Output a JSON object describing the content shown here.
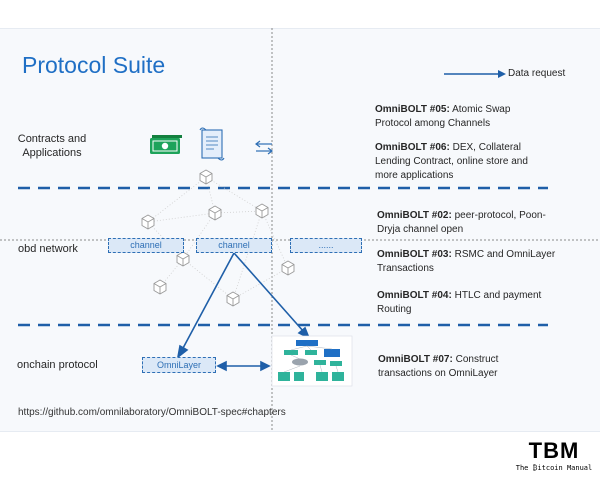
{
  "slide": {
    "title": "Protocol Suite",
    "legend": {
      "label": "Data request"
    },
    "layers": [
      {
        "label_line1": "Contracts and",
        "label_line2": "Applications"
      },
      {
        "label": "obd network"
      },
      {
        "label": "onchain protocol"
      }
    ],
    "network_boxes": [
      "channel",
      "channel",
      "......"
    ],
    "omnilayer_box": "OmniLayer",
    "url": "https://github.com/omnilaboratory/OmniBOLT-spec#chapters",
    "specs": [
      {
        "id": "OmniBOLT #05:",
        "text_1": "Atomic Swap",
        "text_2": "Protocol among Channels"
      },
      {
        "id": "OmniBOLT #06:",
        "text_1": "DEX, Collateral",
        "text_2": "Lending Contract, online store and",
        "text_3": "more applications"
      },
      {
        "id": "OmniBOLT #02:",
        "text_1": "peer-protocol, Poon-",
        "text_2": "Dryja channel open"
      },
      {
        "id": "OmniBOLT #03:",
        "text_1": "RSMC and OmniLayer",
        "text_2": "Transactions"
      },
      {
        "id": "OmniBOLT #04:",
        "text_1": "HTLC and payment",
        "text_2": "Routing"
      },
      {
        "id": "OmniBOLT #07:",
        "text_1": "Construct",
        "text_2": "transactions on OmniLayer"
      }
    ]
  },
  "logo": {
    "letters": "TBM",
    "tagline": "The ₿itcoin Manual"
  },
  "colors": {
    "accent": "#1f6fc5",
    "arrow": "#1f5fa8",
    "dashed_divider": "#1f5fa8",
    "box_fill": "#dbe8f7",
    "money_green": "#1ea35a"
  },
  "icons": [
    "money-icon",
    "document-scroll-icon",
    "swap-arrows-icon",
    "cube-node-icon"
  ]
}
